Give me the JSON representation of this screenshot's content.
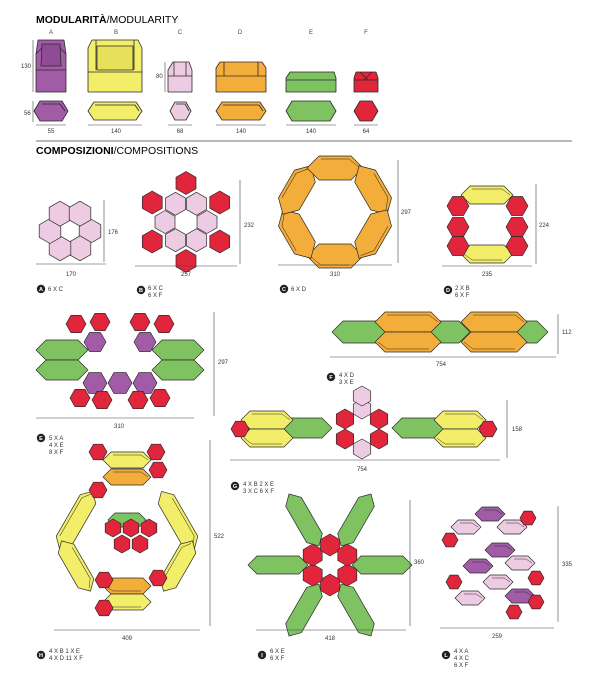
{
  "headings": {
    "modularity_bold": "MODULARITÀ",
    "modularity_rest": "/MODULARITY",
    "compositions_bold": "COMPOSIZIONI",
    "compositions_rest": "/COMPOSITIONS"
  },
  "colors": {
    "A": "#a25ca7",
    "B": "#f2ee6a",
    "C": "#edcbe3",
    "D": "#f3ad3a",
    "E": "#7ec262",
    "F": "#e1263b",
    "outline": "#2a2a2a"
  },
  "modules": [
    {
      "letter": "A",
      "width": "55"
    },
    {
      "letter": "B",
      "width": "140"
    },
    {
      "letter": "C",
      "width": "68"
    },
    {
      "letter": "D",
      "width": "140"
    },
    {
      "letter": "E",
      "width": "140"
    },
    {
      "letter": "F",
      "width": "64"
    }
  ],
  "module_heights": {
    "a_b": "130",
    "c": "80",
    "plan": "56"
  },
  "compositions": [
    {
      "letter": "A",
      "lines": [
        "6 X C"
      ],
      "width": "170",
      "height": "176"
    },
    {
      "letter": "B",
      "lines": [
        "6 X C",
        "6 X F"
      ],
      "width": "257",
      "height": "232"
    },
    {
      "letter": "C",
      "lines": [
        "6 X D"
      ],
      "width": "310",
      "height": "297"
    },
    {
      "letter": "D",
      "lines": [
        "2 X B",
        "6 X F"
      ],
      "width": "235",
      "height": "224"
    },
    {
      "letter": "E",
      "lines": [
        "5 X A",
        "4 X E",
        "8 X F"
      ],
      "width": "310",
      "height": "297"
    },
    {
      "letter": "F",
      "lines": [
        "4 X D",
        "3 X E"
      ],
      "width": "754",
      "height": "112"
    },
    {
      "letter": "G",
      "lines": [
        "4 X B   2 X E",
        "3 X C   6 X F"
      ],
      "width": "754",
      "height": "158"
    },
    {
      "letter": "H",
      "lines": [
        "4 X B   1 X E",
        "4 X D   11 X F"
      ],
      "width": "409",
      "height": "522"
    },
    {
      "letter": "I",
      "lines": [
        "6 X E",
        "6 X F"
      ],
      "width": "418",
      "height": "360"
    },
    {
      "letter": "L",
      "lines": [
        "4 X A",
        "4 X C",
        "6 X F"
      ],
      "width": "259",
      "height": "335"
    }
  ]
}
